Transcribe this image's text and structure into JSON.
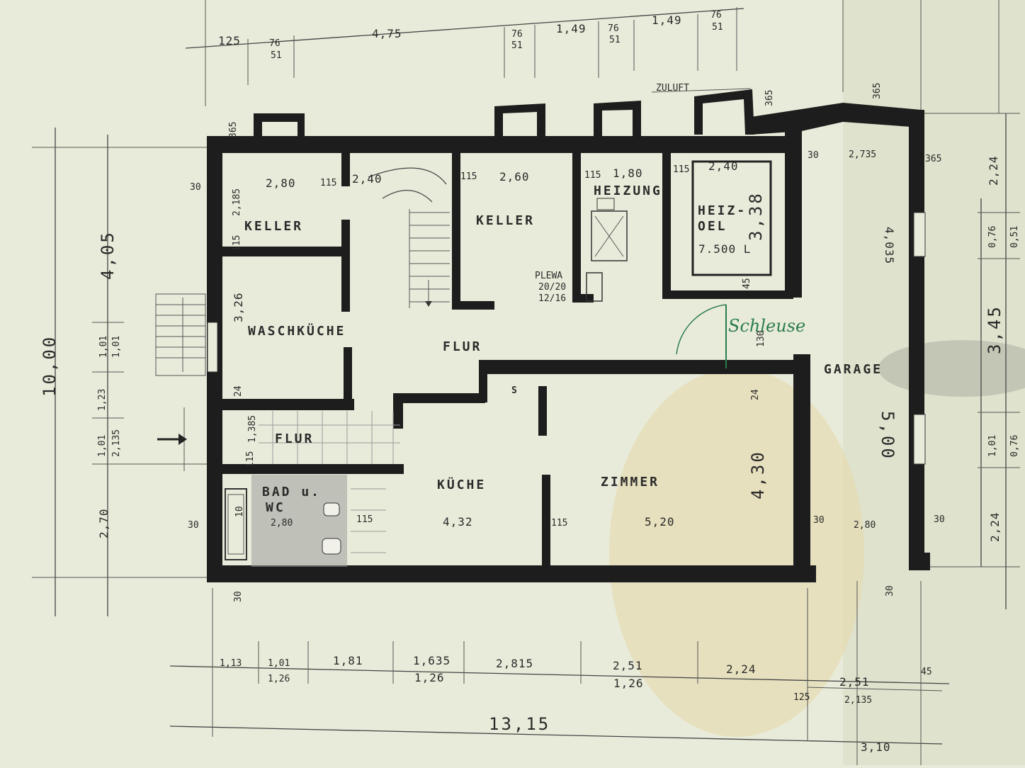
{
  "rooms": {
    "keller_left": "KELLER",
    "keller_mid": "KELLER",
    "heizung": "HEIZUNG",
    "heizoel_1": "HEIZ-",
    "heizoel_2": "OEL",
    "heizoel_cap": "7.500 L",
    "waschkueche": "WASCHKÜCHE",
    "flur_main": "FLUR",
    "flur_entry": "FLUR",
    "bad_1": "BAD u.",
    "bad_2": "WC",
    "kueche": "KÜCHE",
    "zimmer": "ZIMMER",
    "garage": "GARAGE",
    "plewa_1": "PLEWA",
    "plewa_2": "20/20",
    "plewa_3": "12/16",
    "zuluft": "ZULUFT",
    "s_mark": "S",
    "handwritten": "Schleuse"
  },
  "top_dims": {
    "d125": "125",
    "d76a": "76",
    "d51a": "51",
    "d475": "4,75",
    "d76b": "76",
    "d51b": "51",
    "d149a": "1,49",
    "d76c": "76",
    "d51c": "51",
    "d149b": "1,49",
    "d76d": "76",
    "d51d": "51",
    "d365a": "365",
    "d365b": "365",
    "d365c": "365"
  },
  "interior_dims": {
    "d280": "2,80",
    "d115a": "115",
    "d240a": "2,40",
    "d115b": "115",
    "d260": "2,60",
    "d115c": "115",
    "d180": "1,80",
    "d115d": "115",
    "d240b": "2,40",
    "d338": "3,38",
    "d30a": "30",
    "d2735": "2,735",
    "d365d": "365",
    "d2185": "2,185",
    "d115e": "115",
    "d326": "3,26",
    "d24a": "24",
    "d1385": "1,385",
    "d115f": "115",
    "d10": "10",
    "d280b": "2,80",
    "d115g": "115",
    "d432": "4,32",
    "d115h": "115",
    "d520": "5,20",
    "d24b": "24",
    "d430": "4,30",
    "d130": "130",
    "d45": "45",
    "d30b": "30",
    "d280c": "2,80",
    "d30c": "30",
    "d30d": "30",
    "d30e": "30",
    "d30f": "30",
    "d30g": "30",
    "d4035": "4,035",
    "d500": "5,00"
  },
  "left_dims": {
    "d1000": "10,00",
    "d405": "4,05",
    "d101a": "1,01",
    "d101b": "1,01",
    "d123": "1,23",
    "d101c": "1,01",
    "d2135": "2,135",
    "d270": "2,70"
  },
  "right_dims": {
    "d224a": "2,24",
    "d076a": "0,76",
    "d051": "0,51",
    "d345": "3,45",
    "d101": "1,01",
    "d076b": "0,76",
    "d224b": "2,24"
  },
  "bottom_dims": {
    "d113": "1,13",
    "d101": "1,01",
    "d126a": "1,26",
    "d181": "1,81",
    "d1635": "1,635",
    "d126b": "1,26",
    "d2815": "2,815",
    "d251a": "2,51",
    "d126c": "1,26",
    "d224": "2,24",
    "d125": "125",
    "d251b": "2,51",
    "d2135": "2,135",
    "d45": "45",
    "d1315": "13,15",
    "d310": "3,10"
  }
}
